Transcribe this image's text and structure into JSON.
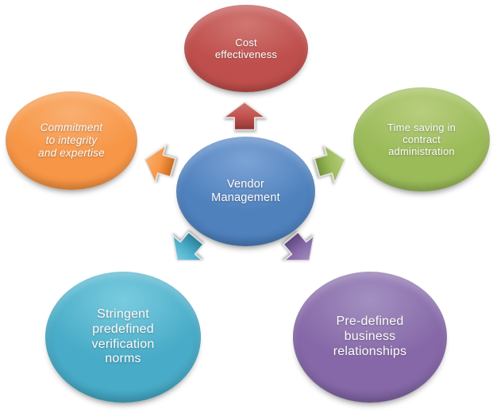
{
  "diagram": {
    "type": "radial-cycle",
    "center": {
      "id": "vendor-management",
      "label": "Vendor Management",
      "color": "#4f81bd",
      "color_light": "#7ca3d6",
      "color_dark": "#2f5b8e"
    },
    "nodes": [
      {
        "id": "cost-effectiveness",
        "label": "Cost effectiveness",
        "position": "top",
        "color": "#bf4f4c",
        "color_light": "#d07672",
        "color_dark": "#8e3734"
      },
      {
        "id": "time-saving",
        "label": "Time saving in contract administration",
        "position": "right",
        "color": "#9bbb59",
        "color_light": "#b8ce7e",
        "color_dark": "#71913c"
      },
      {
        "id": "pre-defined-business",
        "label": "Pre-defined business relationships",
        "position": "bottom-right",
        "color": "#8668a8",
        "color_light": "#a390c0",
        "color_dark": "#5c477a"
      },
      {
        "id": "stringent-norms",
        "label": "Stringent predefined verification norms",
        "position": "bottom-left",
        "color": "#48abc7",
        "color_light": "#7accdf",
        "color_dark": "#2a7f96"
      },
      {
        "id": "commitment",
        "label": "Commitment to integrity and expertise",
        "position": "left",
        "italic": true,
        "color": "#f79646",
        "color_light": "#f9af70",
        "color_dark": "#c96a1c"
      }
    ],
    "arrows": [
      {
        "target": "cost-effectiveness",
        "direction": "up"
      },
      {
        "target": "time-saving",
        "direction": "up-right"
      },
      {
        "target": "pre-defined-business",
        "direction": "down-right"
      },
      {
        "target": "stringent-norms",
        "direction": "down-left"
      },
      {
        "target": "commitment",
        "direction": "up-left"
      }
    ]
  }
}
